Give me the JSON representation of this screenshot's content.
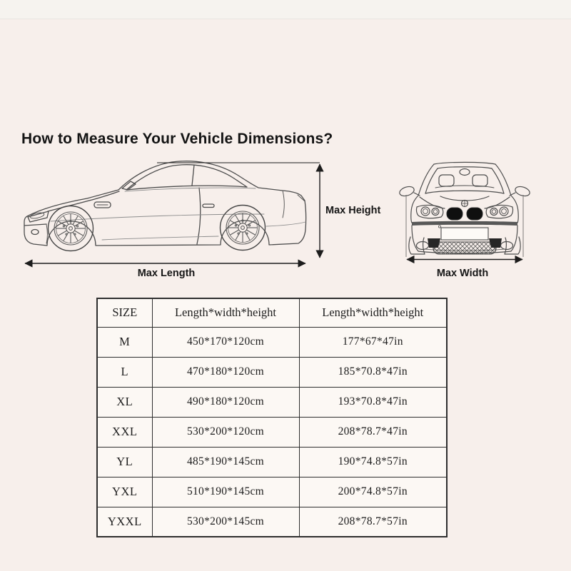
{
  "title": "How to Measure Your Vehicle Dimensions?",
  "diagram": {
    "max_height_label": "Max Height",
    "max_length_label": "Max Length",
    "max_width_label": "Max Width",
    "icons": {
      "side_view": "car-side-view-line-drawing",
      "front_view": "car-front-view-line-drawing",
      "arrows": "double-headed-measure-arrows"
    }
  },
  "size_table": {
    "headers": [
      "SIZE",
      "Length*width*height",
      "Length*width*height"
    ],
    "rows": [
      {
        "size": "M",
        "cm": "450*170*120cm",
        "in": "177*67*47in"
      },
      {
        "size": "L",
        "cm": "470*180*120cm",
        "in": "185*70.8*47in"
      },
      {
        "size": "XL",
        "cm": "490*180*120cm",
        "in": "193*70.8*47in"
      },
      {
        "size": "XXL",
        "cm": "530*200*120cm",
        "in": "208*78.7*47in"
      },
      {
        "size": "YL",
        "cm": "485*190*145cm",
        "in": "190*74.8*57in"
      },
      {
        "size": "YXL",
        "cm": "510*190*145cm",
        "in": "200*74.8*57in"
      },
      {
        "size": "YXXL",
        "cm": "530*200*145cm",
        "in": "208*78.7*57in"
      }
    ]
  },
  "colors": {
    "background": "#f7efeb",
    "table_background": "#fcf8f4",
    "table_border": "#2e2e2e",
    "line_art": "#4d4d4d",
    "text": "#1c1c1c"
  }
}
